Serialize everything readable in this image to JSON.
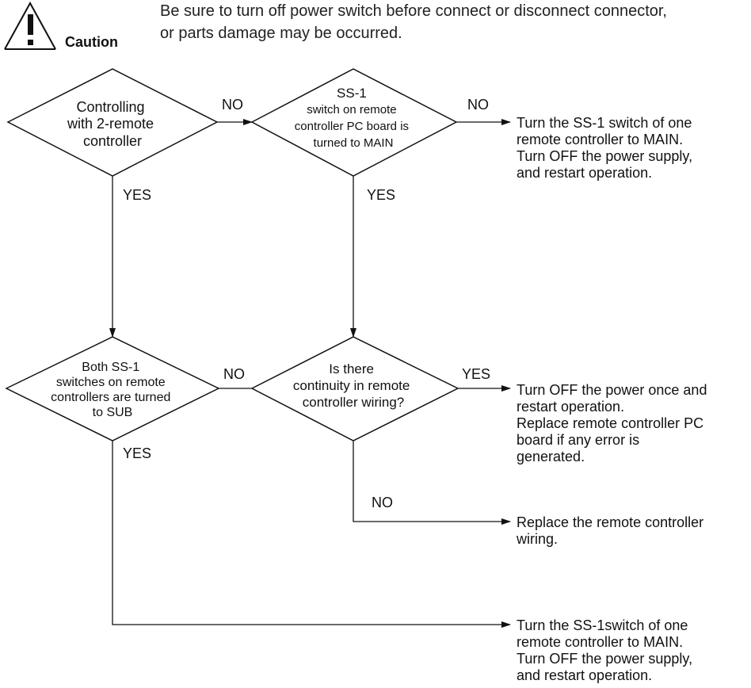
{
  "caution": {
    "label": "Caution",
    "line1": "Be sure to turn off power switch before connect or disconnect connector,",
    "line2": "or parts damage may be occurred."
  },
  "decisions": {
    "d1": [
      "Controlling",
      "with 2-remote",
      "controller"
    ],
    "d2": [
      "SS-1",
      "switch on remote",
      "controller PC board is",
      "turned to MAIN"
    ],
    "d3": [
      "Both SS-1",
      "switches on remote",
      "controllers are turned",
      "to SUB"
    ],
    "d4": [
      "Is there",
      "continuity in remote",
      "controller wiring?"
    ]
  },
  "edges": {
    "yes": "YES",
    "no": "NO"
  },
  "actions": {
    "a1": [
      "Turn the SS-1 switch of one",
      "remote controller to MAIN.",
      "Turn OFF the power supply,",
      "and restart operation."
    ],
    "a2": [
      "Turn OFF the power once and",
      "restart operation.",
      "Replace remote controller PC",
      "board if any error is",
      "generated."
    ],
    "a3": [
      "Replace the remote controller",
      "wiring."
    ],
    "a4": [
      "Turn the SS-1switch of one",
      "remote controller to MAIN.",
      "Turn OFF the power supply,",
      "and restart operation."
    ]
  }
}
